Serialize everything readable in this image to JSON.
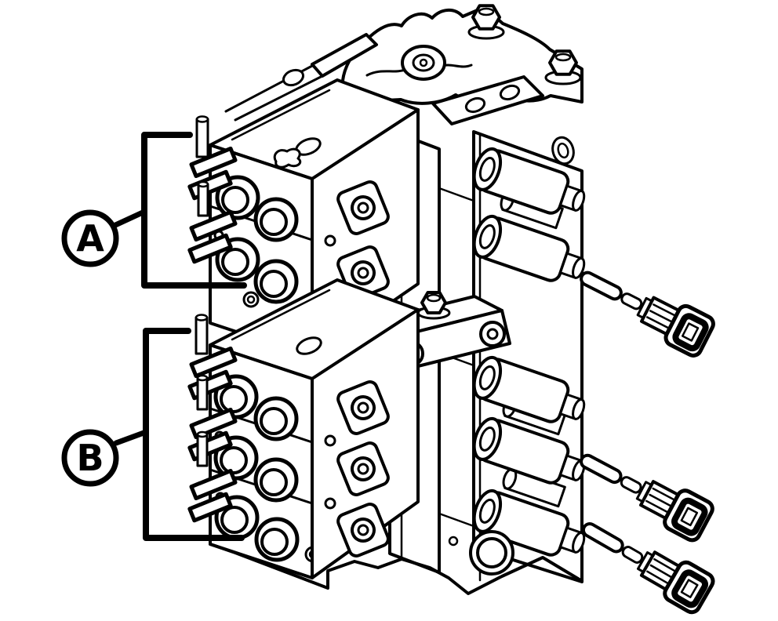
{
  "figure": {
    "background_color": "#ffffff",
    "line_color": "#000000",
    "description": "Isometric black-and-white line illustration of a stacked hydraulic control valve assembly: upper group of two valve sections (callout A), lower group of three valve sections (callout B), solenoid coils on the right side and three electrical connector pigtails trailing to the lower right.",
    "callouts": [
      {
        "label": "A"
      },
      {
        "label": "B"
      }
    ]
  }
}
